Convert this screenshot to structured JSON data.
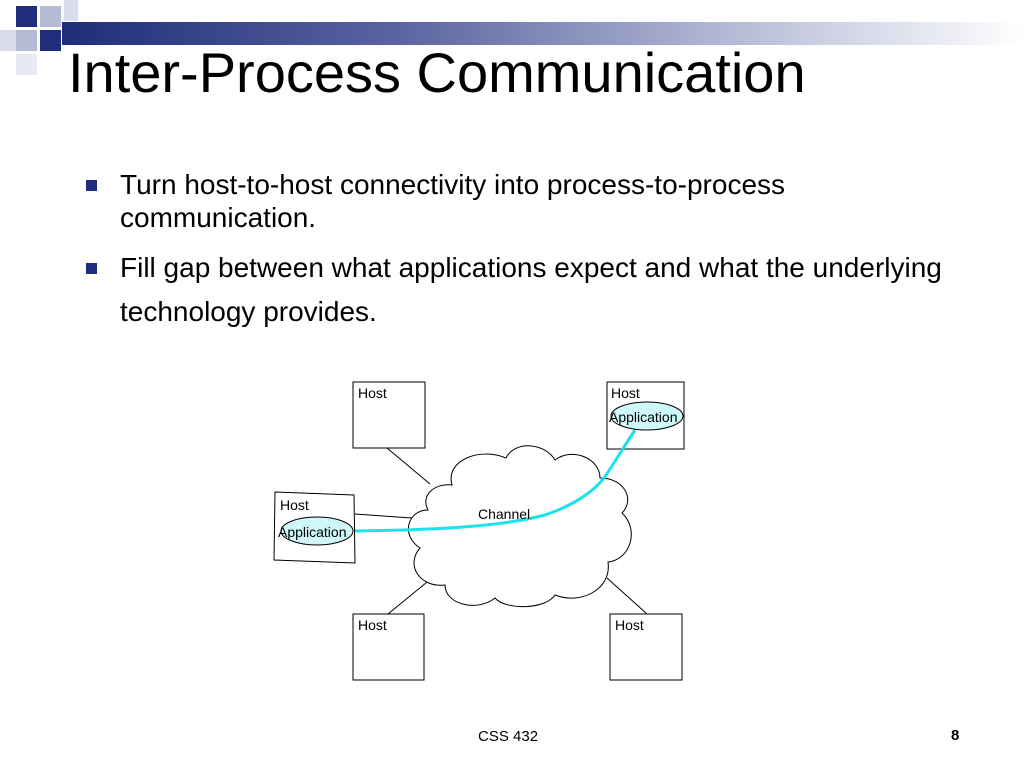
{
  "slide": {
    "title": "Inter-Process Communication",
    "bullets": [
      "Turn host-to-host connectivity into process-to-process communication.",
      "Fill  gap between what applications expect and what the underlying technology provides."
    ]
  },
  "diagram": {
    "host_label": "Host",
    "application_label": "Application",
    "channel_label": "Channel",
    "hosts": [
      {
        "label": "Host",
        "has_application": false
      },
      {
        "label": "Host",
        "has_application": true,
        "application": "Application"
      },
      {
        "label": "Host",
        "has_application": true,
        "application": "Application"
      },
      {
        "label": "Host",
        "has_application": false
      },
      {
        "label": "Host",
        "has_application": false
      }
    ]
  },
  "footer": {
    "course": "CSS 432",
    "page_number": "8"
  },
  "colors": {
    "accent": "#1f2d7a",
    "connection": "#19e3ea",
    "application_fill": "#cdf7f8"
  }
}
